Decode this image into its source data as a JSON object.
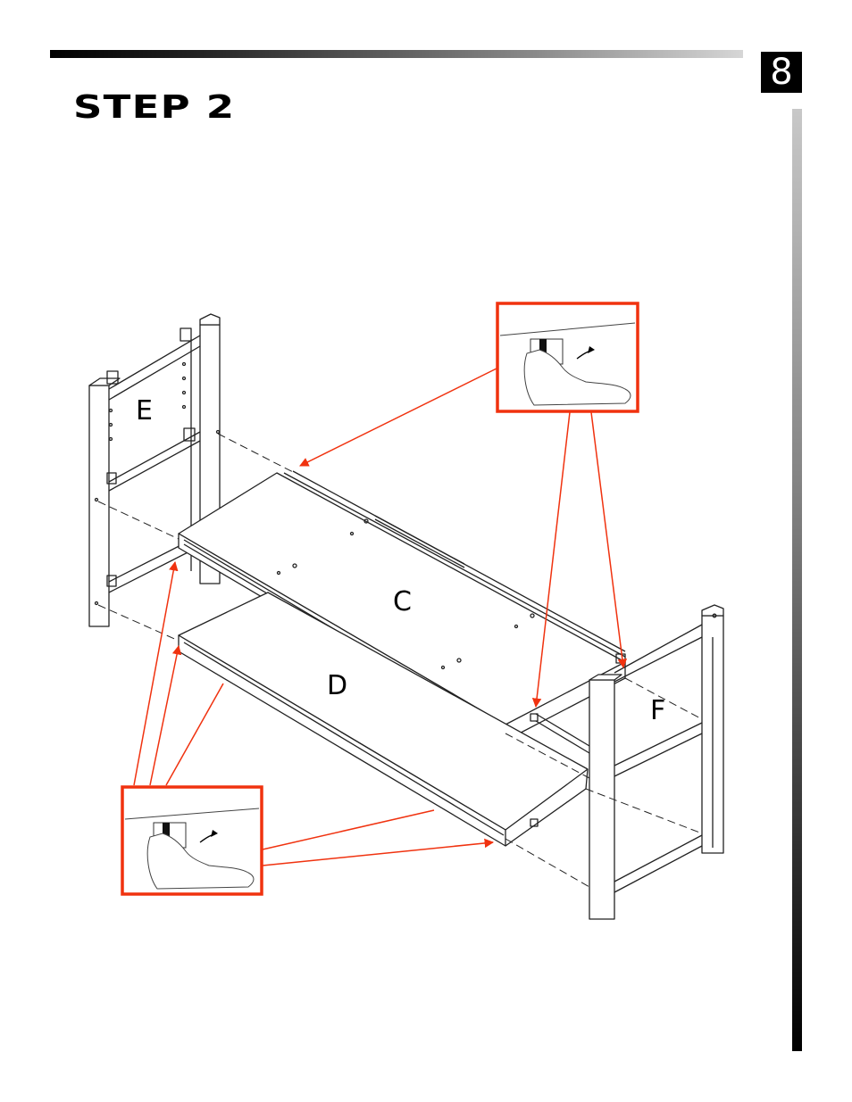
{
  "header": {
    "title": "STEP 2",
    "page_number": "8"
  },
  "diagram": {
    "labels": {
      "E": "E",
      "C": "C",
      "D": "D",
      "F": "F"
    },
    "colors": {
      "accent": "#f0320f",
      "line": "#222222",
      "sidebar_dark": "#000000"
    },
    "icons": [
      "hand-latch-detail-icon",
      "hand-latch-detail-icon"
    ]
  }
}
